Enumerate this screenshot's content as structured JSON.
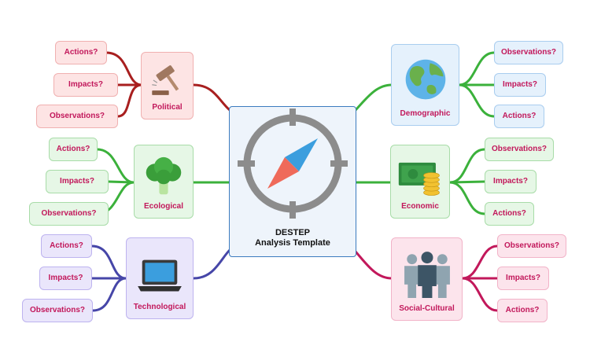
{
  "center": {
    "title_line1": "DESTEP",
    "title_line2": "Analysis Template",
    "icon": "compass-icon"
  },
  "colors": {
    "political": "#a81f1f",
    "ecological": "#3bb13b",
    "technological": "#4646a8",
    "demographic": "#3bb13b",
    "economic": "#3bb13b",
    "social_cultural": "#c2185b",
    "label_text": "#c2185b"
  },
  "categories": {
    "political": {
      "label": "Political",
      "icon": "gavel-icon",
      "leaves": [
        "Actions?",
        "Impacts?",
        "Observations?"
      ]
    },
    "ecological": {
      "label": "Ecological",
      "icon": "broccoli-icon",
      "leaves": [
        "Actions?",
        "Impacts?",
        "Observations?"
      ]
    },
    "technological": {
      "label": "Technological",
      "icon": "laptop-icon",
      "leaves": [
        "Actions?",
        "Impacts?",
        "Observations?"
      ]
    },
    "demographic": {
      "label": "Demographic",
      "icon": "globe-icon",
      "leaves": [
        "Observations?",
        "Impacts?",
        "Actions?"
      ]
    },
    "economic": {
      "label": "Economic",
      "icon": "money-icon",
      "leaves": [
        "Observations?",
        "Impacts?",
        "Actions?"
      ]
    },
    "social_cultural": {
      "label": "Social-Cultural",
      "icon": "people-icon",
      "leaves": [
        "Observations?",
        "Impacts?",
        "Actions?"
      ]
    }
  }
}
